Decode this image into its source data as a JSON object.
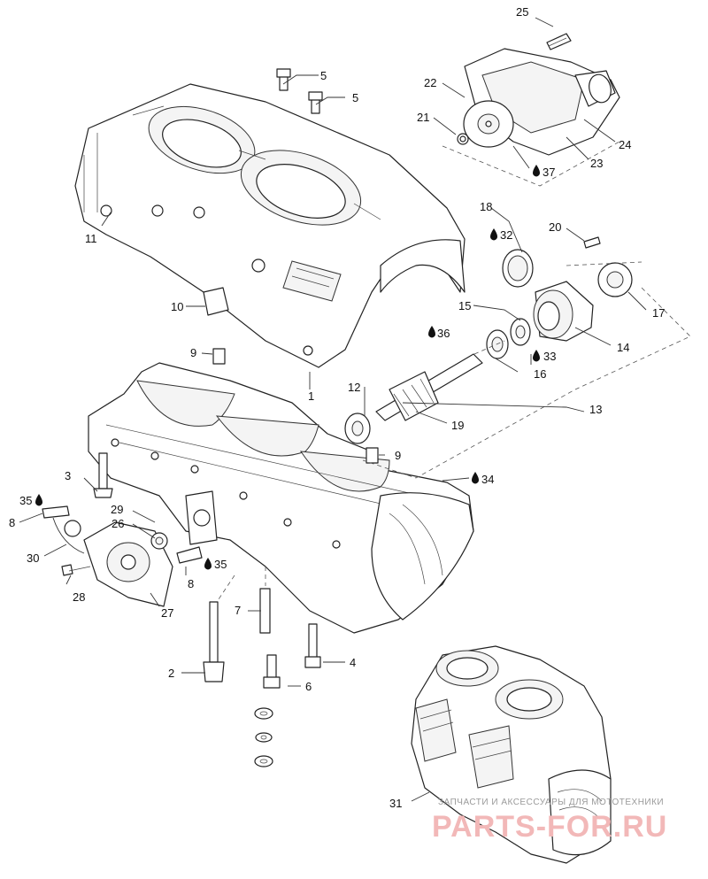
{
  "diagram": {
    "labels": {
      "l1": "1",
      "l2": "2",
      "l3": "3",
      "l4": "4",
      "l5a": "5",
      "l5b": "5",
      "l6": "6",
      "l7": "7",
      "l8a": "8",
      "l8b": "8",
      "l9a": "9",
      "l9b": "9",
      "l10": "10",
      "l11": "11",
      "l12": "12",
      "l13": "13",
      "l14": "14",
      "l15": "15",
      "l16": "16",
      "l17": "17",
      "l18": "18",
      "l19": "19",
      "l20": "20",
      "l21": "21",
      "l22": "22",
      "l23": "23",
      "l24": "24",
      "l25": "25",
      "l26": "26",
      "l27": "27",
      "l28": "28",
      "l29": "29",
      "l30": "30",
      "l31": "31",
      "l32": "32",
      "l33": "33",
      "l34": "34",
      "l35a": "35",
      "l35b": "35",
      "l36": "36",
      "l37": "37"
    },
    "watermark": {
      "tagline": "ЗАПЧАСТИ И АКСЕССУАРЫ ДЛЯ МОТОТЕХНИКИ",
      "brand": "PARTS-FOR.RU"
    }
  }
}
